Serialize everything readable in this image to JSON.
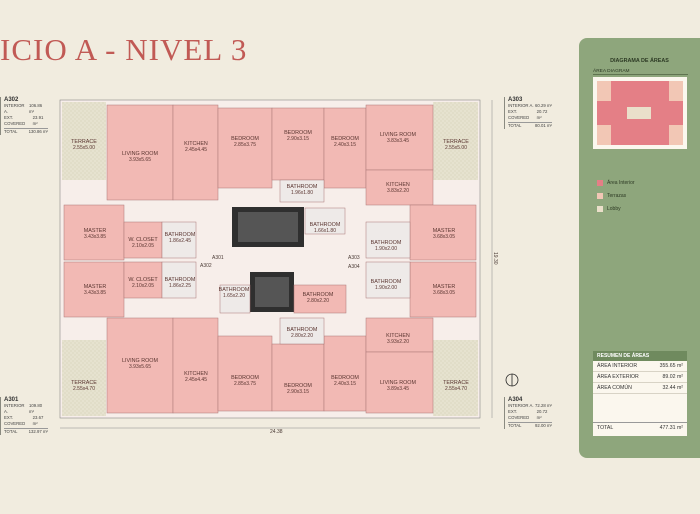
{
  "title": "ICIO A - NIVEL 3",
  "units": [
    {
      "id": "a302",
      "name": "A302",
      "interior_label": "INTERIOR A.",
      "interior": "106.86 m²",
      "ext_label": "EXT. COVERED",
      "ext": "23.91 m²",
      "total_label": "TOTAL",
      "total": "130.86 m²"
    },
    {
      "id": "a303",
      "name": "A303",
      "interior_label": "INTERIOR A.",
      "interior": "60.29 m²",
      "ext_label": "EXT. COVERED",
      "ext": "20.72 m²",
      "total_label": "TOTAL",
      "total": "80.01 m²"
    },
    {
      "id": "a301",
      "name": "A301",
      "interior_label": "INTERIOR A.",
      "interior": "109.80 m²",
      "ext_label": "EXT. COVERED",
      "ext": "23.67 m²",
      "total_label": "TOTAL",
      "total": "132.97 m²"
    },
    {
      "id": "a304",
      "name": "A304",
      "interior_label": "INTERIOR A.",
      "interior": "72.28 m²",
      "ext_label": "EXT. COVERED",
      "ext": "20.72 m²",
      "total_label": "TOTAL",
      "total": "92.00 m²"
    }
  ],
  "rooms": [
    {
      "name": "TERRACE",
      "dim": "2.55x5.00"
    },
    {
      "name": "LIVING ROOM",
      "dim": "3.93x5.65"
    },
    {
      "name": "KITCHEN",
      "dim": "2.45x4.45"
    },
    {
      "name": "BEDROOM",
      "dim": "2.85x3.75"
    },
    {
      "name": "BEDROOM",
      "dim": "2.90x3.15"
    },
    {
      "name": "BEDROOM",
      "dim": "2.40x3.15"
    },
    {
      "name": "LIVING ROOM",
      "dim": "3.83x3.45"
    },
    {
      "name": "TERRACE",
      "dim": "2.55x5.00"
    },
    {
      "name": "BATHROOM",
      "dim": "1.96x1.80"
    },
    {
      "name": "KITCHEN",
      "dim": "3.83x2.20"
    },
    {
      "name": "MASTER",
      "dim": "3.43x3.85"
    },
    {
      "name": "W. CLOSET",
      "dim": "2.10x2.05"
    },
    {
      "name": "BATHROOM",
      "dim": "1.86x2.45"
    },
    {
      "name": "BATHROOM",
      "dim": "1.66x1.80"
    },
    {
      "name": "BATHROOM",
      "dim": "1.90x2.00"
    },
    {
      "name": "MASTER",
      "dim": "3.68x3.05"
    },
    {
      "name": "MASTER",
      "dim": "3.43x3.85"
    },
    {
      "name": "W. CLOSET",
      "dim": "2.10x2.05"
    },
    {
      "name": "BATHROOM",
      "dim": "1.86x2.25"
    },
    {
      "name": "BATHROOM",
      "dim": "1.65x2.20"
    },
    {
      "name": "BATHROOM",
      "dim": "2.80x2.20"
    },
    {
      "name": "BATHROOM",
      "dim": "1.90x2.00"
    },
    {
      "name": "MASTER",
      "dim": "3.68x3.05"
    },
    {
      "name": "BATHROOM",
      "dim": "2.80x2.20"
    },
    {
      "name": "KITCHEN",
      "dim": "3.93x2.20"
    },
    {
      "name": "TERRACE",
      "dim": "2.55x4.70"
    },
    {
      "name": "LIVING ROOM",
      "dim": "3.93x5.65"
    },
    {
      "name": "KITCHEN",
      "dim": "2.45x4.45"
    },
    {
      "name": "BEDROOM",
      "dim": "2.85x3.75"
    },
    {
      "name": "BEDROOM",
      "dim": "2.90x3.15"
    },
    {
      "name": "BEDROOM",
      "dim": "2.40x3.15"
    },
    {
      "name": "LIVING ROOM",
      "dim": "3.89x3.45"
    },
    {
      "name": "TERRACE",
      "dim": "2.55x4.70"
    }
  ],
  "plan_tags": [
    "A302",
    "A303",
    "A301",
    "A304"
  ],
  "dimensions": {
    "width": "24.38",
    "height": "19.30"
  },
  "panel": {
    "title": "DIAGRAMA DE ÁREAS",
    "subtitle": "ÁREA DIAGRAM",
    "legend": [
      {
        "label": "Área Interior",
        "color": "#e47f86"
      },
      {
        "label": "Terrazas",
        "color": "#f2c7b5"
      },
      {
        "label": "Lobby",
        "color": "#eadfca"
      }
    ],
    "summary_title": "RESUMEN DE ÁREAS",
    "summary": [
      {
        "label": "ÁREA INTERIOR",
        "value": "355.65 m²"
      },
      {
        "label": "ÁREA EXTERIOR",
        "value": "89.02 m²"
      },
      {
        "label": "ÁREA COMÚN",
        "value": "32.44 m²"
      }
    ],
    "total_label": "TOTAL",
    "total_value": "477.31 m²"
  },
  "colors": {
    "interior": "#f2b9b4",
    "interior_dark": "#e89a97",
    "terrace": "#e6e2cf",
    "lobby": "#f7eeea",
    "core": "#2f2f2f",
    "title": "#c15a55",
    "panel": "#8ea67c"
  }
}
